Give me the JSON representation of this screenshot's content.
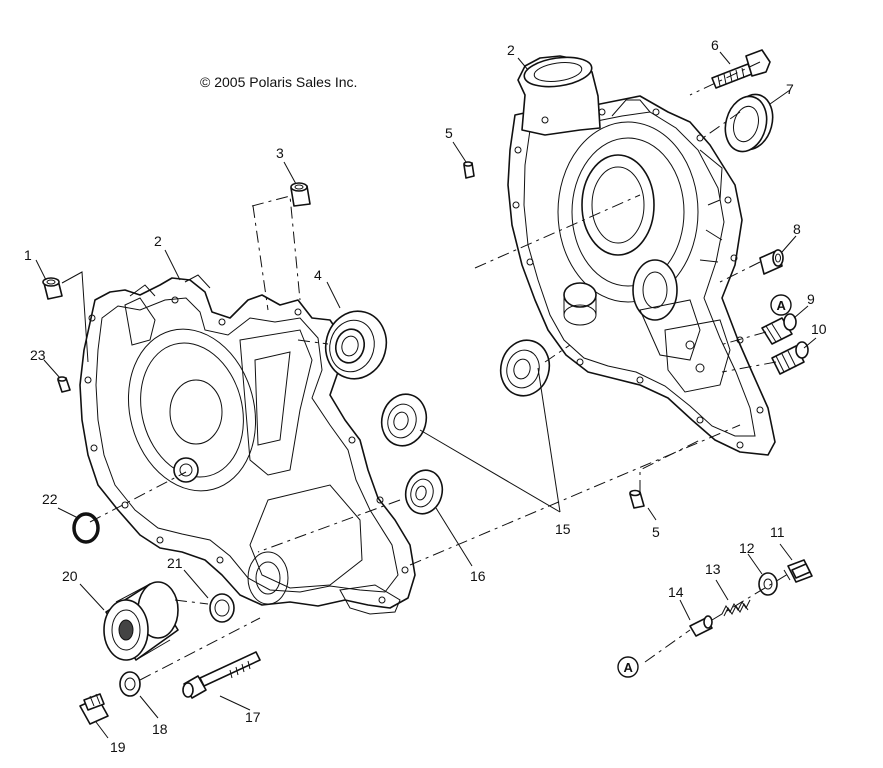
{
  "copyright": "© 2005 Polaris Sales Inc.",
  "reference_letter": "A",
  "callouts": {
    "c1": "1",
    "c2a": "2",
    "c2b": "2",
    "c3": "3",
    "c4": "4",
    "c5a": "5",
    "c5b": "5",
    "c6": "6",
    "c7": "7",
    "c8": "8",
    "c9": "9",
    "c10": "10",
    "c11": "11",
    "c12": "12",
    "c13": "13",
    "c14": "14",
    "c15": "15",
    "c16": "16",
    "c17": "17",
    "c18": "18",
    "c19": "19",
    "c20": "20",
    "c21": "21",
    "c22": "22",
    "c23": "23"
  }
}
